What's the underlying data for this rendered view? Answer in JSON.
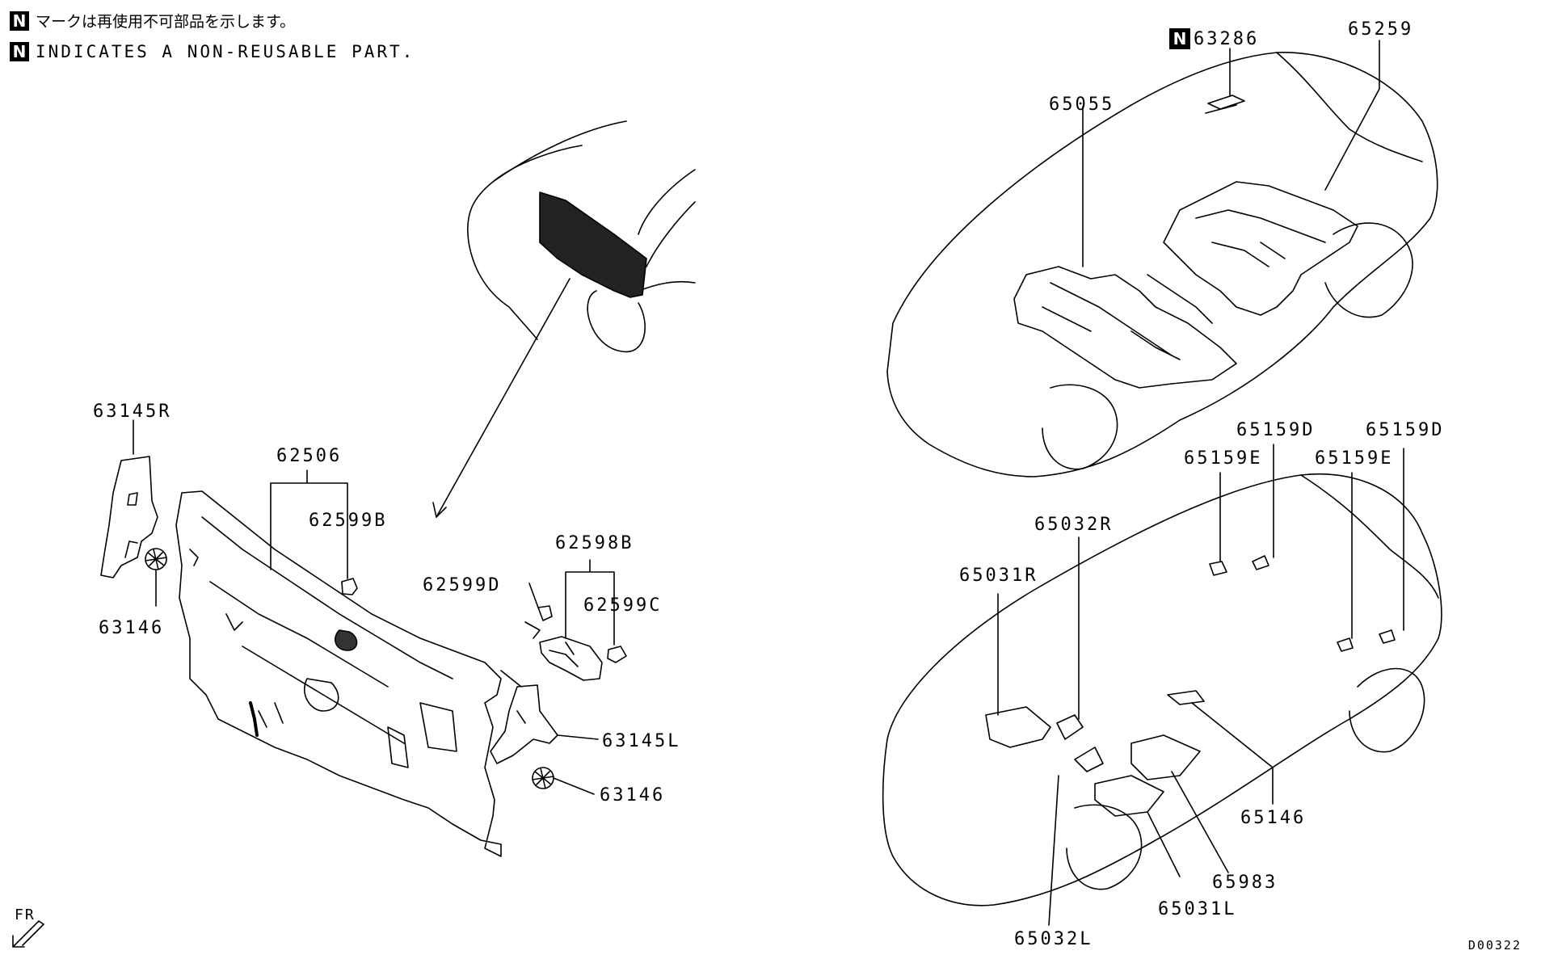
{
  "legend": {
    "marker": "N",
    "jp_text": "マークは再使用不可部品を示します。",
    "en_text": "INDICATES A NON-REUSABLE PART."
  },
  "left_diagram": {
    "labels": {
      "p63145R": "63145R",
      "p62506": "62506",
      "p62599B": "62599B",
      "p63146_top": "63146",
      "p62598B": "62598B",
      "p62599D": "62599D",
      "p62599C": "62599C",
      "p63145L": "63145L",
      "p63146_bottom": "63146"
    },
    "orientation": "FR"
  },
  "right_top_diagram": {
    "labels": {
      "p63286_marker": "N",
      "p63286": "63286",
      "p65259": "65259",
      "p65055": "65055"
    }
  },
  "right_bottom_diagram": {
    "labels": {
      "p65159D_1": "65159D",
      "p65159D_2": "65159D",
      "p65159E_1": "65159E",
      "p65159E_2": "65159E",
      "p65032R": "65032R",
      "p65031R": "65031R",
      "p65146": "65146",
      "p65983": "65983",
      "p65031L": "65031L",
      "p65032L": "65032L"
    }
  },
  "diagram_code": "D00322"
}
